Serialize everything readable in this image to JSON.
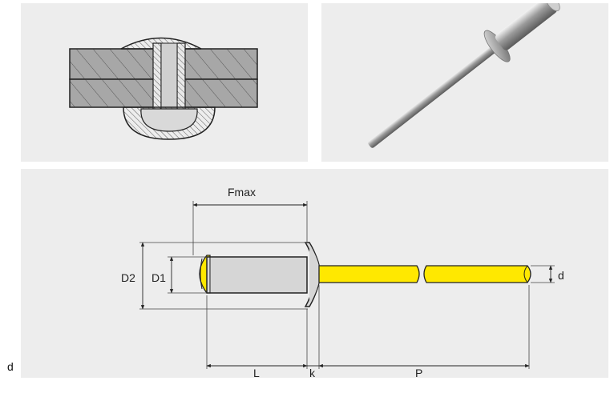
{
  "labels": {
    "fmax": "Fmax",
    "d2": "D2",
    "d1": "D1",
    "d": "d",
    "l": "L",
    "k": "k",
    "p": "P",
    "corner": "d"
  },
  "colors": {
    "panel_bg": "#ededed",
    "plate_fill": "#a7a7a7",
    "rivet_body": "#d6d6d6",
    "mandrel_yellow": "#ffe800",
    "line": "#222222"
  }
}
